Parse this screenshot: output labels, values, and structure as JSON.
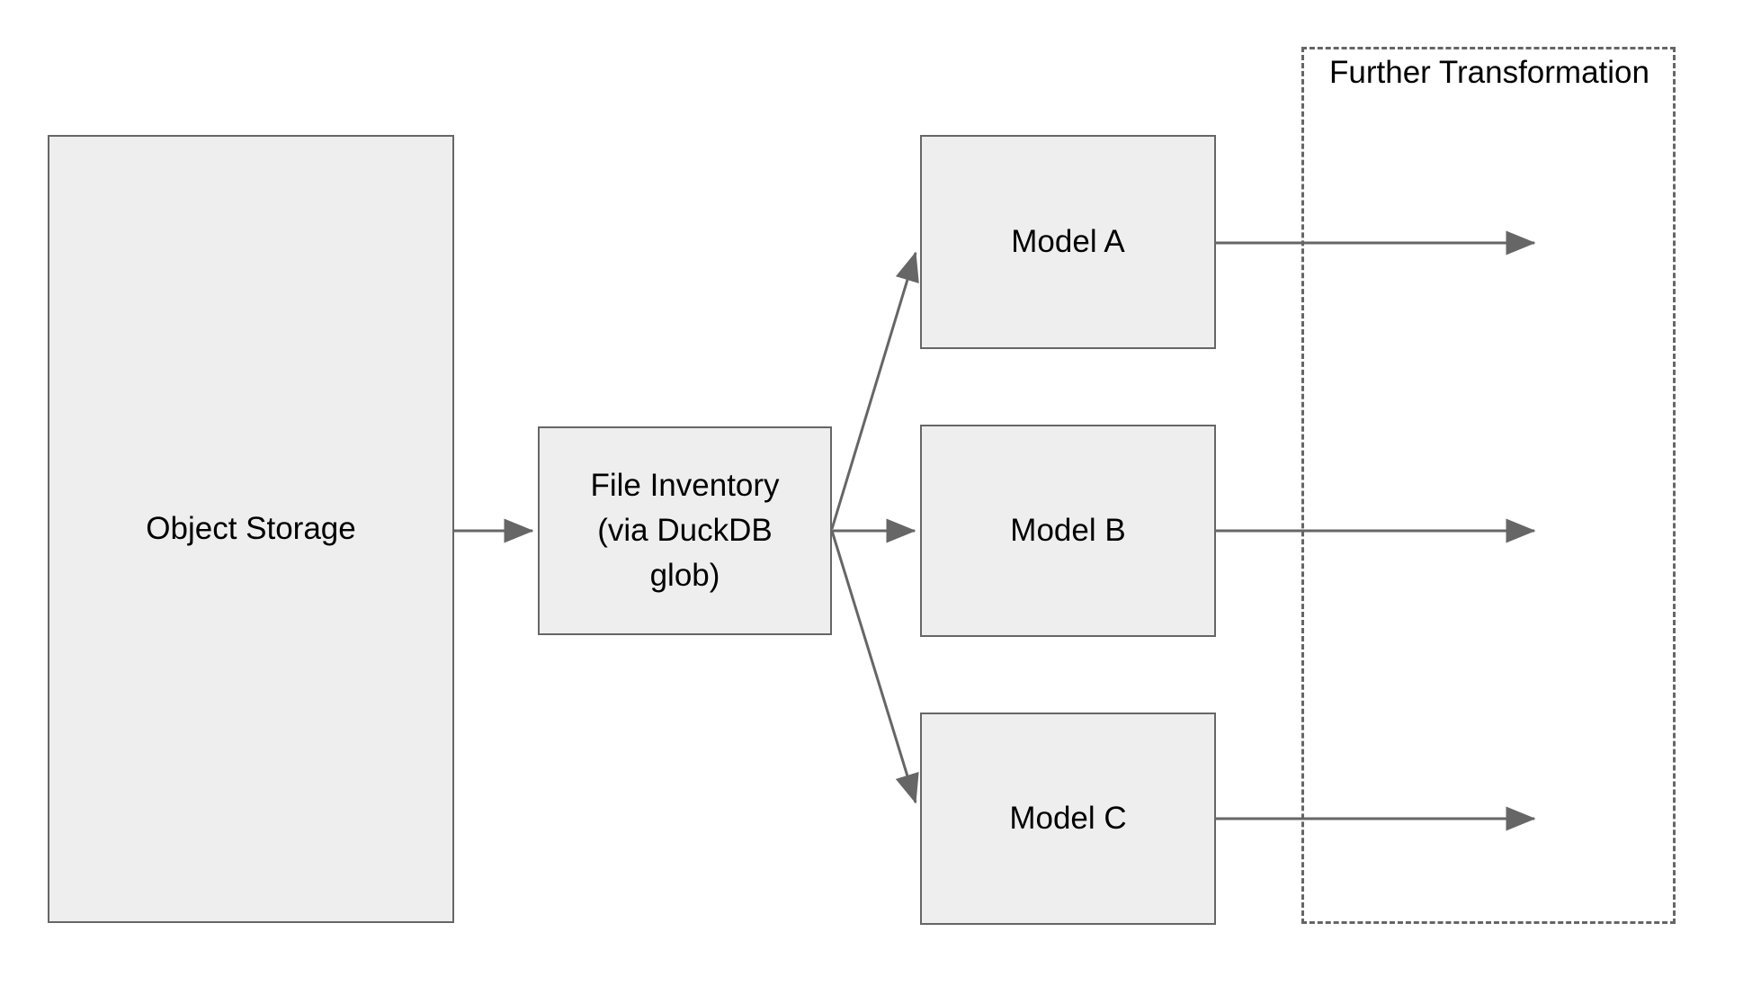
{
  "diagram": {
    "type": "flowchart",
    "orientation": "left-to-right",
    "background_color": "#ffffff",
    "node_fill_color": "#eeeeee",
    "node_border_color": "#666666",
    "edge_color": "#666666",
    "text_color": "#000000",
    "nodes": [
      {
        "id": "object-storage",
        "label": "Object Storage",
        "shape": "rectangle",
        "style": "solid"
      },
      {
        "id": "file-inventory",
        "label": "File Inventory\n(via DuckDB\nglob)",
        "shape": "rectangle",
        "style": "solid"
      },
      {
        "id": "model-a",
        "label": "Model A",
        "shape": "rectangle",
        "style": "solid"
      },
      {
        "id": "model-b",
        "label": "Model B",
        "shape": "rectangle",
        "style": "solid"
      },
      {
        "id": "model-c",
        "label": "Model C",
        "shape": "rectangle",
        "style": "solid"
      }
    ],
    "groups": [
      {
        "id": "further-transformation",
        "label": "Further Transformation",
        "shape": "rectangle",
        "style": "dashed"
      }
    ],
    "edges": [
      {
        "id": "edge-storage-to-inventory",
        "from": "object-storage",
        "to": "file-inventory",
        "arrow": "single",
        "style": "straight"
      },
      {
        "id": "edge-inventory-to-model-a",
        "from": "file-inventory",
        "to": "model-a",
        "arrow": "single",
        "style": "diagonal"
      },
      {
        "id": "edge-inventory-to-model-b",
        "from": "file-inventory",
        "to": "model-b",
        "arrow": "single",
        "style": "straight"
      },
      {
        "id": "edge-inventory-to-model-c",
        "from": "file-inventory",
        "to": "model-c",
        "arrow": "single",
        "style": "diagonal"
      },
      {
        "id": "edge-model-a-to-further",
        "from": "model-a",
        "to": "further-transformation",
        "arrow": "single",
        "style": "straight"
      },
      {
        "id": "edge-model-b-to-further",
        "from": "model-b",
        "to": "further-transformation",
        "arrow": "single",
        "style": "straight"
      },
      {
        "id": "edge-model-c-to-further",
        "from": "model-c",
        "to": "further-transformation",
        "arrow": "single",
        "style": "straight"
      }
    ]
  }
}
